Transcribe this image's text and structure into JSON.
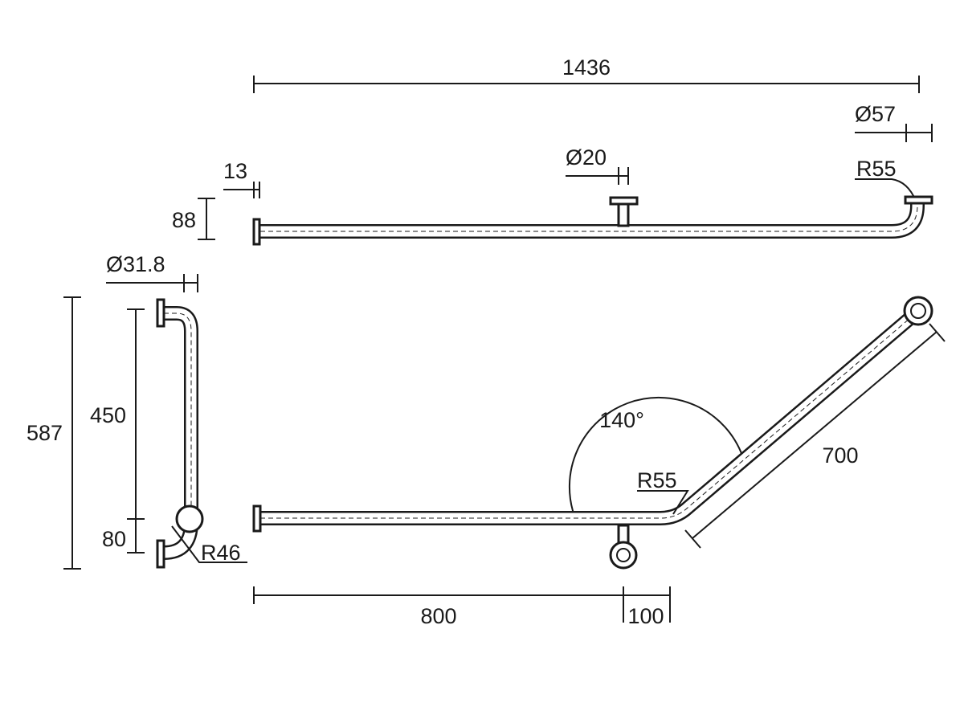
{
  "labels": {
    "overall_length": "1436",
    "flange_diameter": "Ø57",
    "post_diameter": "Ø20",
    "flange_thickness": "13",
    "bend_radius_top": "R55",
    "projection": "88",
    "tube_diameter": "Ø31.8",
    "side_height": "587",
    "side_span": "450",
    "side_offset": "80",
    "side_radius": "R46",
    "angle": "140°",
    "bend_radius_front": "R55",
    "angled_length": "700",
    "horizontal_length": "800",
    "post_offset": "100"
  }
}
